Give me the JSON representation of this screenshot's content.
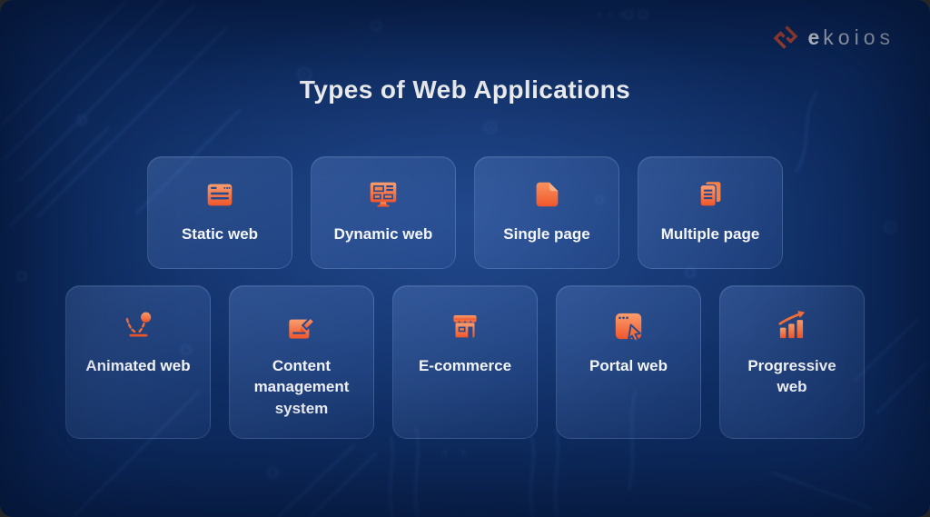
{
  "brand": {
    "icon": "ekoios-logo-icon",
    "name_bold": "e",
    "name_rest": "koios",
    "full_name": "ekoios"
  },
  "title": "Types of Web Applications",
  "colors": {
    "background_navy": "#0D2A5F",
    "card_blue": "#2C4F97",
    "icon_orange_light": "#F99E6E",
    "icon_orange_deep": "#F0562B",
    "icon_detail_blue": "#27498E",
    "logo_red": "#C24B33",
    "text": "#F4F6FA"
  },
  "rows": [
    {
      "cards": [
        {
          "label": "Static web",
          "icon": "static-web-icon"
        },
        {
          "label": "Dynamic web",
          "icon": "dynamic-web-icon"
        },
        {
          "label": "Single page",
          "icon": "single-page-icon"
        },
        {
          "label": "Multiple page",
          "icon": "multiple-page-icon"
        }
      ]
    },
    {
      "cards": [
        {
          "label": "Animated web",
          "icon": "animated-web-icon"
        },
        {
          "label": "Content management system",
          "icon": "content-management-system-icon"
        },
        {
          "label": "E-commerce",
          "icon": "e-commerce-icon"
        },
        {
          "label": "Portal web",
          "icon": "portal-web-icon"
        },
        {
          "label": "Progressive web",
          "icon": "progressive-web-icon"
        }
      ]
    }
  ]
}
